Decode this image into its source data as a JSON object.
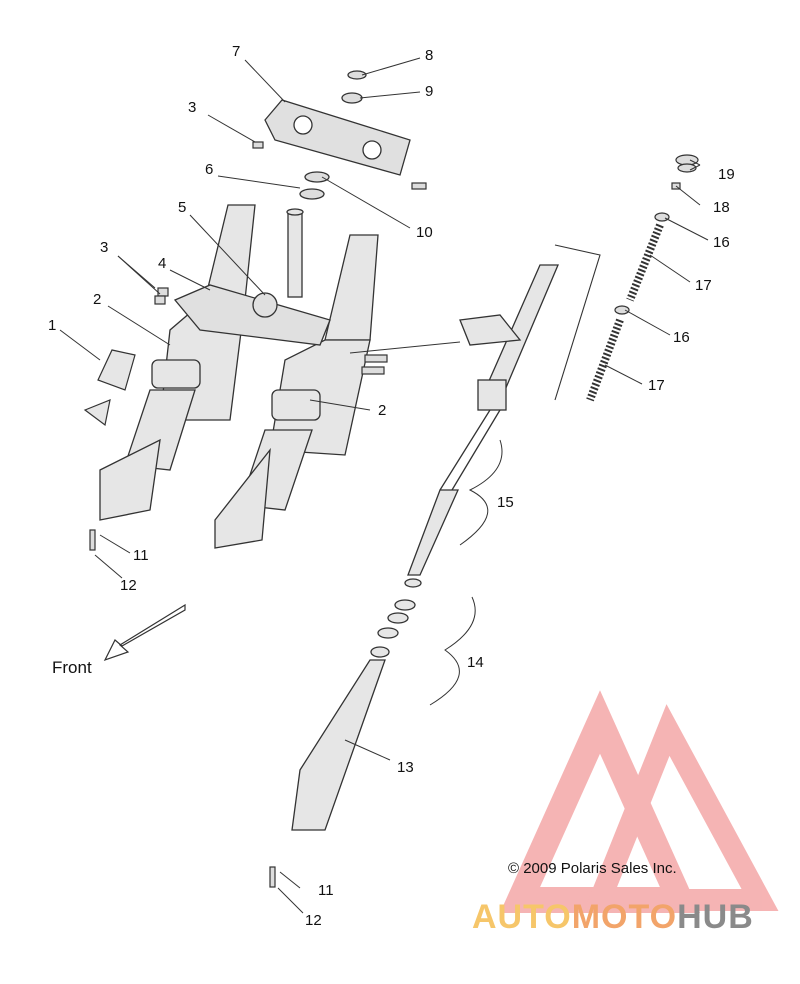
{
  "diagram": {
    "callouts": [
      "1",
      "2",
      "2",
      "3",
      "3",
      "4",
      "5",
      "6",
      "7",
      "8",
      "9",
      "10",
      "11",
      "11",
      "12",
      "12",
      "13",
      "14",
      "15",
      "16",
      "16",
      "17",
      "17",
      "18",
      "19"
    ],
    "front_label": "Front",
    "copyright": "© 2009 Polaris Sales Inc.",
    "watermark": {
      "part1": "AUTO",
      "part2": "MOTO",
      "part3": "HUB"
    }
  },
  "colors": {
    "line": "#333333",
    "part_fill": "#e6e6e6",
    "watermark_red": "#ee7777",
    "watermark_yellow": "#f6c66a",
    "watermark_orange": "#f2a46a",
    "watermark_gray": "#8a8a8a"
  }
}
